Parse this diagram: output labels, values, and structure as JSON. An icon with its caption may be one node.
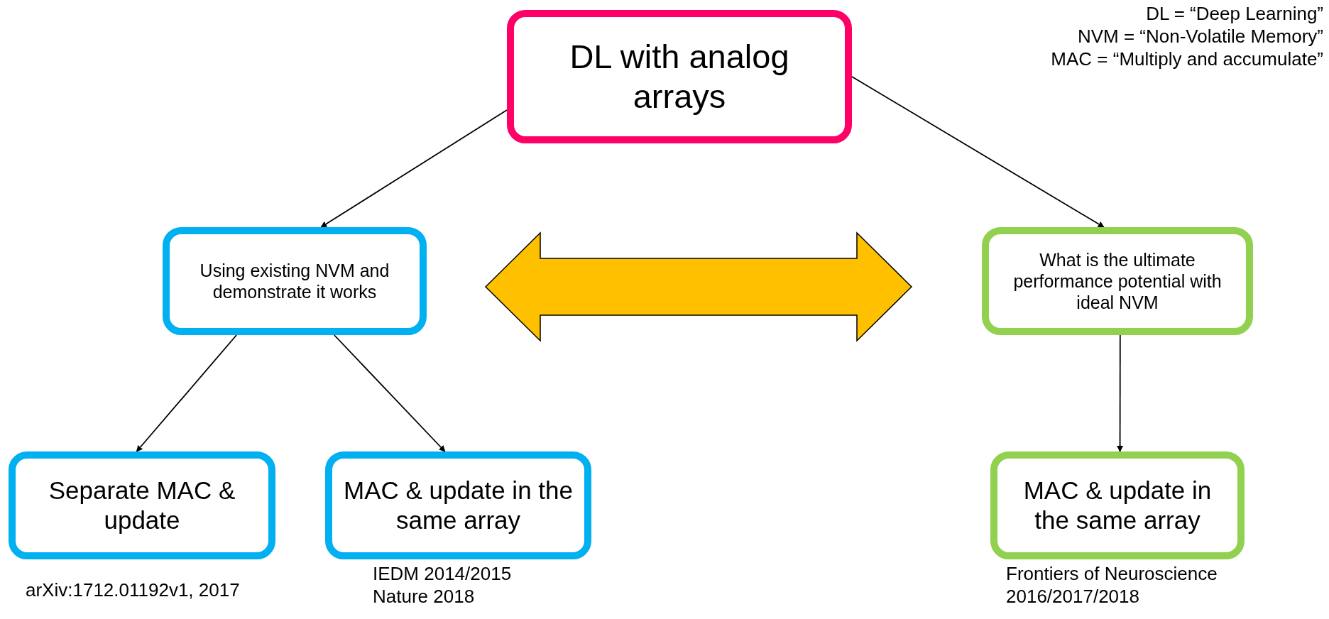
{
  "diagram": {
    "nodes": [
      {
        "text": [
          "DL with analog arrays"
        ]
      },
      {
        "text": [
          "Using existing NVM and demonstrate it works"
        ]
      },
      {
        "text": [
          "What is the ultimate performance potential with ideal NVM"
        ]
      },
      {
        "text": [
          "Separate MAC & update"
        ],
        "beside": [
          "arXiv:1712.01192v1, 2017"
        ]
      },
      {
        "text": [
          "MAC & update in the same array"
        ],
        "beside": [
          "IEDM 2014/2015",
          "Nature 2018"
        ]
      },
      {
        "text": [
          "MAC & update in the same array"
        ],
        "beside": [
          "Frontiers of Neuroscience 2016/2017/2018"
        ]
      }
    ],
    "edges": [
      {
        "from": 0,
        "to": 1,
        "arrow": "to"
      },
      {
        "from": 0,
        "to": 2,
        "arrow": "to"
      },
      {
        "from": 1,
        "to": 2,
        "arrow": "both",
        "style": "thick",
        "color": "#ffc000"
      },
      {
        "from": 1,
        "to": 3,
        "arrow": "to"
      },
      {
        "from": 1,
        "to": 4,
        "arrow": "to"
      },
      {
        "from": 2,
        "to": 5,
        "arrow": "to"
      }
    ],
    "labels": [
      "DL = “Deep Learning”",
      "NVM = “Non-Volatile Memory”",
      "MAC = “Multiply and accumulate”"
    ]
  }
}
